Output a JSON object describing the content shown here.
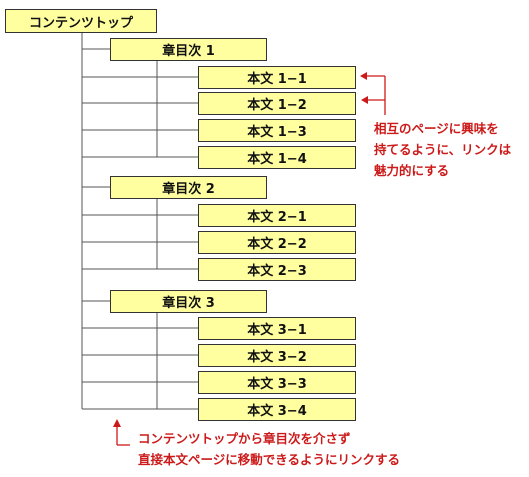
{
  "top": {
    "label": "コンテンツトップ"
  },
  "chapters": [
    {
      "label": "章目次 1",
      "items": [
        "本文 1−1",
        "本文 1−2",
        "本文 1−3",
        "本文 1−4"
      ]
    },
    {
      "label": "章目次 2",
      "items": [
        "本文 2−1",
        "本文 2−2",
        "本文 2−3"
      ]
    },
    {
      "label": "章目次 3",
      "items": [
        "本文 3−1",
        "本文 3−2",
        "本文 3−3",
        "本文 3−4"
      ]
    }
  ],
  "notes": {
    "mutual_lines": [
      "相互のページに興味を",
      "持てるように、リンクは",
      "魅力的にする"
    ],
    "direct_lines": [
      "コンテンツトップから章目次を介さず",
      "直接本文ページに移動できるようにリンクする"
    ]
  },
  "colors": {
    "box_fill": "#ffffa0",
    "box_border": "#333333",
    "annotation": "#cc1a1a",
    "connector": "#555555"
  }
}
